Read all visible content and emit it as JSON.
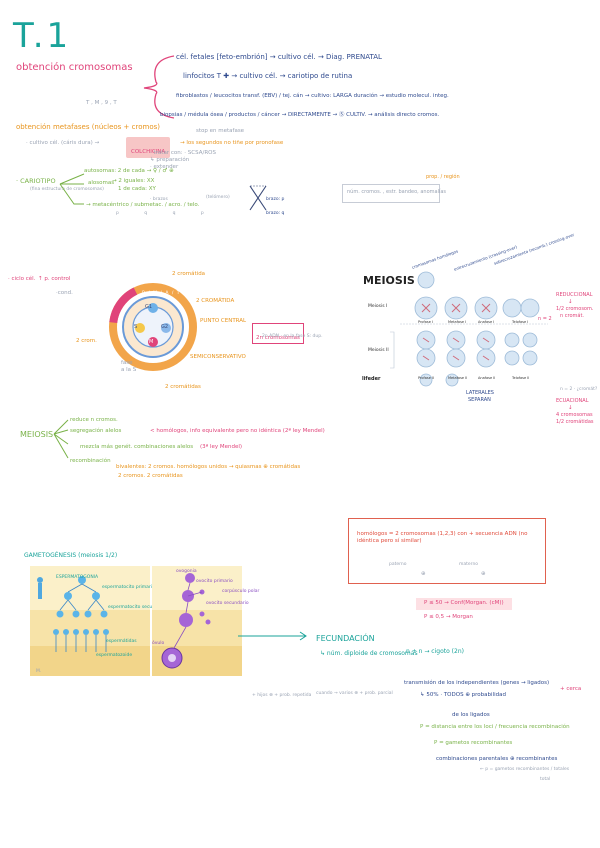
{
  "page_title": "T.1",
  "obtencion": {
    "heading": "obtención cromosomas",
    "rows": [
      {
        "text": "cél. fetales [feto-embrión] → cultivo cél. → Diag. PRENATAL"
      },
      {
        "text": "linfocitos T ✚ → cultivo cél. → cariotipo de rutina"
      },
      {
        "text": "fibroblastos / leucocitos transf. (EBV) / tej. cán → cultivo: LARGA duración → estudio molecul. integ."
      },
      {
        "text": "biopsias / médula ósea / productos / cáncer → DIRECTAMENTE → Ⓢ CULTIV. → análisis directo cromos."
      }
    ],
    "note_top": "T , M , 9 , T"
  },
  "metafases": {
    "heading": "obtención metafases (núcleos + cromos)",
    "row": "· cultivo cél. (cáris dura) →",
    "colchicina": "COLCHICINA",
    "after": "→ los segundos no tiñe por pronofase",
    "note_top": "stop en metafase",
    "sub1": "· tratar con: · SCSA/ROS",
    "sub2": "↳ preparación",
    "sub3": "· extender"
  },
  "cariotipo": {
    "label": "· CARIOTIPO",
    "sublabel": "(fina estructura de cromosomas)",
    "b1": "autosomas: 2 de cada → ♀ / ♂ ⊕",
    "b2": "alosomas",
    "b3": "→ 2 iguales: XX",
    "b4": "1 de cada: XY",
    "b5": "→ metacéntrico / submetac. / acro. / telo.",
    "b5_note": "(telómero)",
    "b5_note2": "· brazos",
    "foot": "p   q   q   p",
    "box_text": "núm. cromos. , estr. bandeo, anomalías",
    "box_note": "prop. / región",
    "shape1": "brazo: p",
    "shape2": "brazo: q"
  },
  "ciclo": {
    "label": "· ciclo cél.",
    "label2": "↑ p. control",
    "g1": "G1",
    "s": "S",
    "g2": "G2",
    "m": "M",
    "phases": "P / M / A / T",
    "lbl_cromatida": "2 cromátida",
    "lbl_cromatida2": "2 CROMÁTIDA",
    "lbl_punto": "PUNTO CENTRAL",
    "lbl_semi": "SEMICONSERVATIVO",
    "lbl_cromatidas": "2 cromátidas",
    "lbl_crom": "2 crom.",
    "lbl_fase": "fase",
    "lbl_fase2": "a la S",
    "lbl_hint": "2n cromosomas",
    "lbl_hint2": "2n ADN · en la fase S: dup."
  },
  "meiosis_diagram": {
    "title": "MEIOSIS",
    "row1": "Meiosis I",
    "row2": "Meiosis II",
    "stage_labels": [
      "Profase I",
      "Metafase I",
      "Anafase I",
      "Telofase I"
    ],
    "stage_labels2": [
      "Profase II",
      "Metafase II",
      "Anafase II",
      "Telofase II"
    ],
    "top_notes": [
      "cromosomas homólogos",
      "entrecruzamiento (crossing-over)",
      "sobrecruzamiento (recomb.) crossing-over"
    ],
    "side1": "REDUCCIONAL",
    "side1b": "↓",
    "side1c": "1/2 cromosom.",
    "side1d": "n cromát.",
    "side2": "n = 2",
    "side3": "ECUACIONAL",
    "side3b": "↓",
    "side3c": "4 cromosomas",
    "side3d": "1/2 cromátidas",
    "bottom": "LATERALES",
    "bottom2": "SEPARAN",
    "credit": "lifeder"
  },
  "meiosis_notes": {
    "label": "MEIOSIS",
    "b1": "reduce n cromos.",
    "b2": "segregación alelos",
    "b2b": "< homólogos, info equivalente pero no idéntica (2ª ley Mendel)",
    "b3": "mezcla más genét. combinaciones alelos",
    "b3b": "(3ª ley Mendel)",
    "b4": "recombinación",
    "b4b": "bivalentes: 2 cromos. homólogos unidos → quiasmas ⊕ cromátidas",
    "b4c": "2 cromos. 2 cromátidas"
  },
  "gametogenesis": {
    "title": "GAMETOGÉNESIS (meiosis 1/2)",
    "sperm_labels": [
      "ESPERMATOGONIA",
      "espermatocito primario",
      "espermatocito secundario",
      "espermátidas",
      "espermatozoide"
    ],
    "egg_labels": [
      "ovogonia",
      "ovocito primario",
      "ovocito secundario",
      "corpúsculo polar",
      "óvulo"
    ],
    "sperm_note": "M.",
    "fec_title": "FECUNDACIÓN",
    "fec_sub": "↳ núm. diploide de cromosomas",
    "fec_n": "n + n → cigoto (2n)",
    "fec_note": "+ hijos ⊕ + prob. repetida",
    "fec_note2": "cuando → varios ⊕ + prob. parcial"
  },
  "homologos": {
    "text": "homólogos = 2 cromosomas (1,2,3) con + secuencia ADN (no idéntica pero sí similar)",
    "note1": "paterno",
    "note2": "materno",
    "note3": "⊕",
    "note4": "⊕"
  },
  "herencia": {
    "p1": "P ≤ 50 → Conf(Morgan. (cM))",
    "p2": "P ≤ 0,5 → Morgan",
    "l1": "transmisión de los independientes (genes → ligados)",
    "l1b": "+ cerca",
    "l2": "↳ 50% · TODOS ⊕ probabilidad",
    "l3": "de los ligados",
    "l4": "P = distancia entre los loci / frecuencia recombinación",
    "l5": "P = gametos recombinantes",
    "l6": "combinaciones parentales ⊕ recombinantes",
    "l7": "← p = gametos recombinantes / totales",
    "l8": "total"
  },
  "colors": {
    "teal": "#1aa39a",
    "pink": "#e0447a",
    "navy": "#2f4a8e",
    "orange": "#e8941c",
    "green": "#79b248",
    "purple": "#8a4ec2",
    "red": "#e04a3a"
  }
}
